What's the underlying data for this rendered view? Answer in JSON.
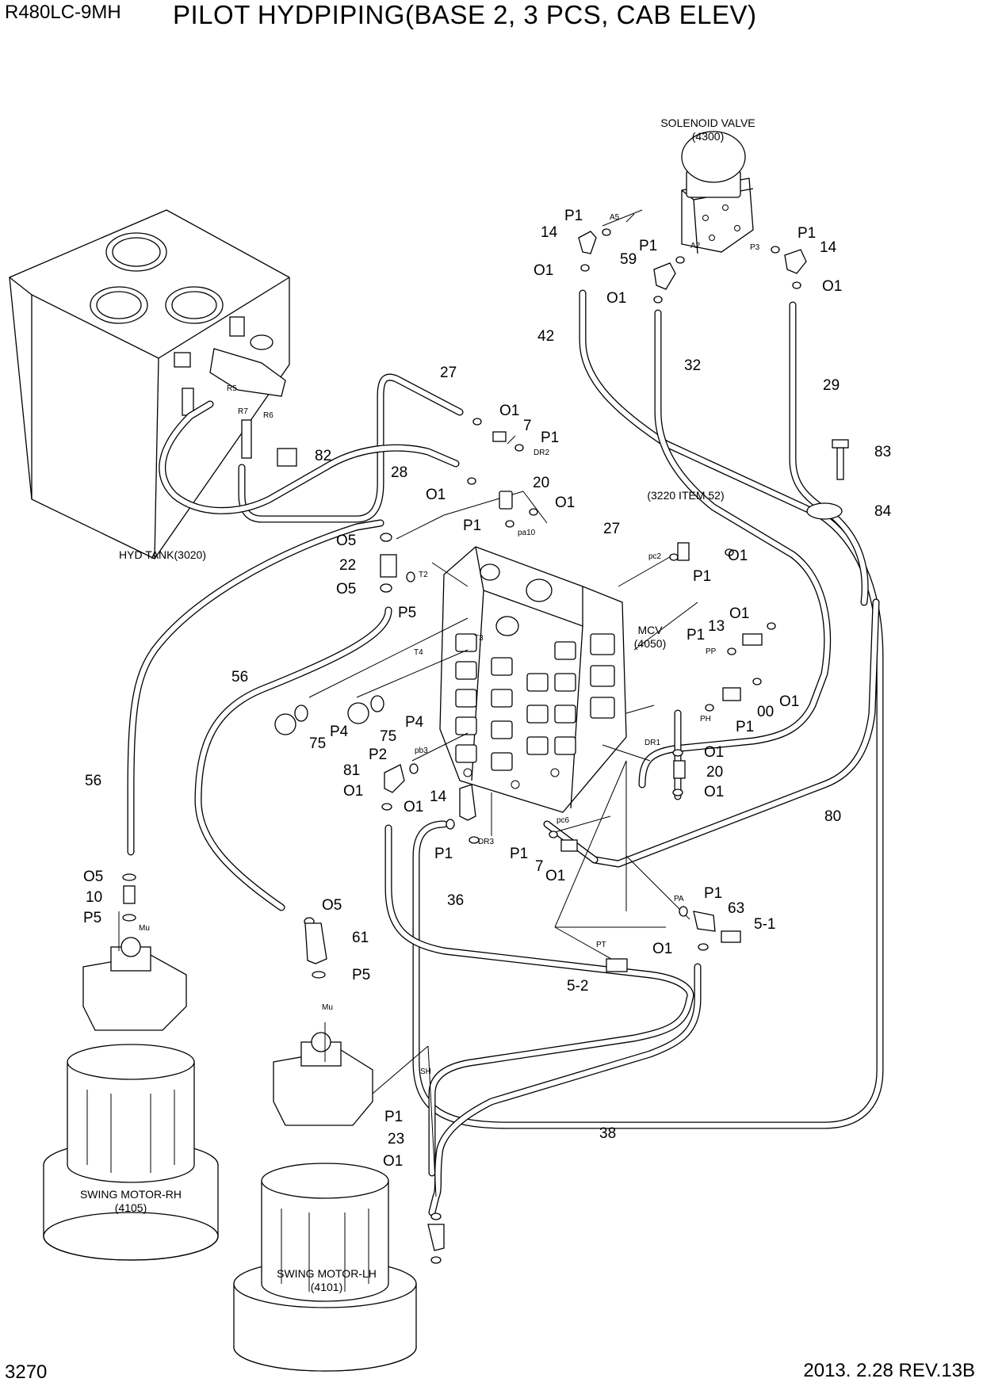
{
  "header": {
    "model": "R480LC-9MH",
    "title": "PILOT HYDPIPING(BASE 2, 3 PCS, CAB ELEV)"
  },
  "footer": {
    "page": "3270",
    "revision": "2013. 2.28  REV.13B"
  },
  "components": {
    "solenoid_name": "SOLENOID VALVE",
    "solenoid_code": "(4300)",
    "tank": "HYD TANK(3020)",
    "mcv_name": "MCV",
    "mcv_code": "(4050)",
    "ref_3220": "(3220 ITEM 52)",
    "motor_rh_name": "SWING MOTOR-RH",
    "motor_rh_code": "(4105)",
    "motor_lh_name": "SWING MOTOR-LH",
    "motor_lh_code": "(4101)"
  },
  "callouts": {
    "p1_sv_a5": "P1",
    "n14_sv_l": "14",
    "o1_sv_l": "O1",
    "n42": "42",
    "p1_sv_a2": "P1",
    "n59": "59",
    "o1_sv_m": "O1",
    "n32": "32",
    "p1_sv_p3": "P1",
    "n14_sv_r": "14",
    "o1_sv_r": "O1",
    "n29": "29",
    "n27_top": "27",
    "o1_27": "O1",
    "n7_top": "7",
    "p1_dr2": "P1",
    "n28": "28",
    "o1_28": "O1",
    "n82": "82",
    "n20_top": "20",
    "o1_20": "O1",
    "n83": "83",
    "n84": "84",
    "p1_pa10": "P1",
    "n27_mid": "27",
    "o5_top": "O5",
    "n22": "22",
    "o5_mid": "O5",
    "p5_t2": "P5",
    "o1_pc2": "O1",
    "p1_pc2": "P1",
    "o1_pp": "O1",
    "n13": "13",
    "p1_pp": "P1",
    "o1_00": "O1",
    "n00": "00",
    "p1_ph": "P1",
    "n56_left": "56",
    "n56_mid": "56",
    "n75_a": "75",
    "p4_a": "P4",
    "n75_b": "75",
    "p4_b": "P4",
    "p2": "P2",
    "n81": "81",
    "o1_81": "O1",
    "o1_14": "O1",
    "n14_bot": "14",
    "p1_dr3": "P1",
    "p1_pc6": "P1",
    "n7_bot": "7",
    "o1_7": "O1",
    "o1_dr1_a": "O1",
    "n20_bot": "20",
    "o1_dr1_b": "O1",
    "n80": "80",
    "n36": "36",
    "o5_10": "O5",
    "n10": "10",
    "p5_10": "P5",
    "o5_61": "O5",
    "n61": "61",
    "p5_61": "P5",
    "p1_pa": "P1",
    "n63": "63",
    "n5_1": "5-1",
    "o1_5": "O1",
    "n5_2": "5-2",
    "p1_sh": "P1",
    "n23": "23",
    "o1_23": "O1",
    "n38": "38"
  },
  "ports": {
    "a5": "A5",
    "a2": "A2",
    "p3": "P3",
    "dr2": "DR2",
    "r5": "R5",
    "r6": "R6",
    "r7": "R7",
    "pa10": "pa10",
    "t2": "T2",
    "t3": "T3",
    "t4": "T4",
    "pc2": "pc2",
    "pp": "PP",
    "ph": "PH",
    "dr1": "DR1",
    "pb3": "pb3",
    "dr3": "DR3",
    "pc6": "pc6",
    "pa": "PA",
    "pt": "PT",
    "mu_rh": "Mu",
    "mu_lh": "Mu",
    "sh": "SH"
  }
}
